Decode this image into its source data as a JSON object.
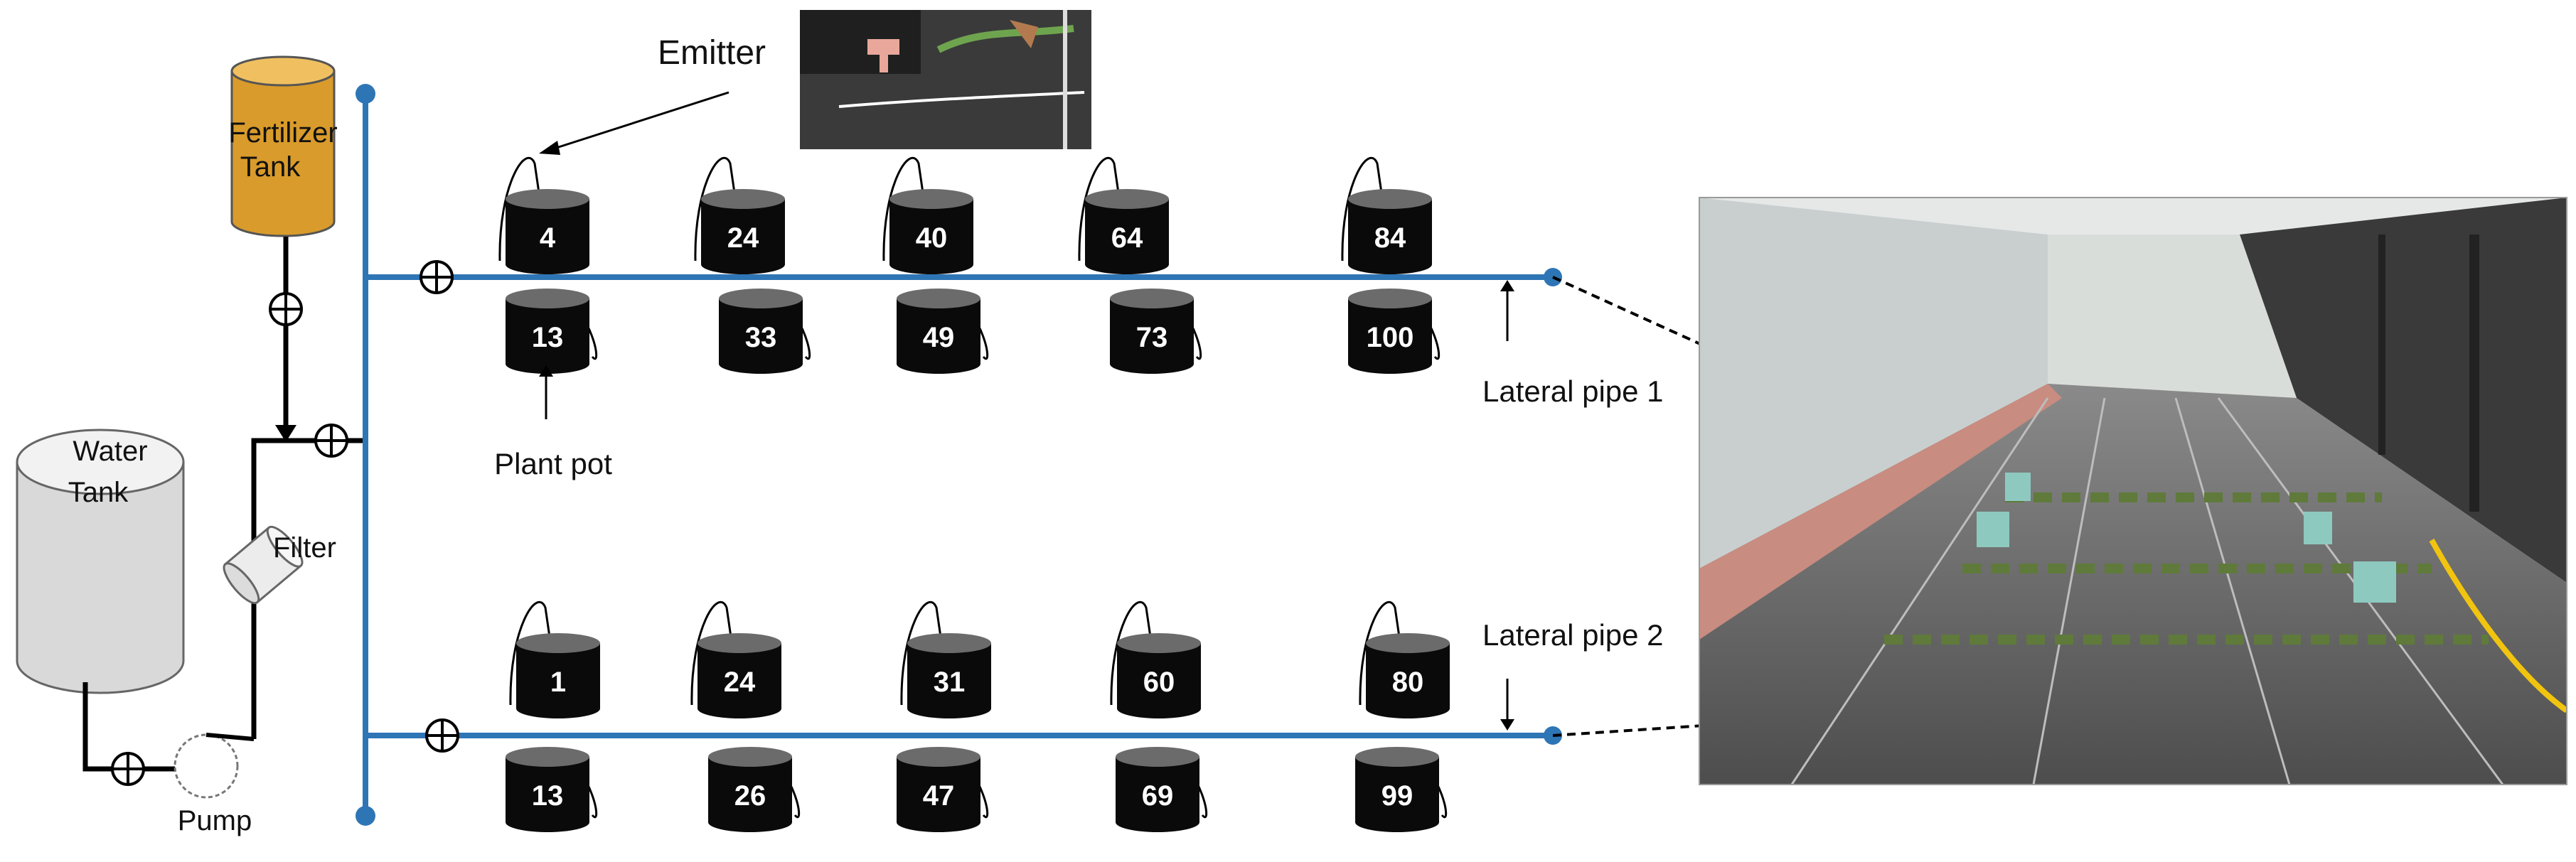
{
  "labels": {
    "fertilizer_tank_line1": "Fertilizer",
    "fertilizer_tank_line2": "Tank",
    "water_tank_line1": "Water",
    "water_tank_line2": "Tank",
    "filter": "Filter",
    "pump": "Pump",
    "emitter": "Emitter",
    "plant_pot": "Plant pot",
    "lateral_pipe_1": "Lateral pipe 1",
    "lateral_pipe_2": "Lateral pipe 2"
  },
  "lateral_1": {
    "upper_pots": [
      "4",
      "24",
      "40",
      "64",
      "84"
    ],
    "lower_pots": [
      "13",
      "33",
      "49",
      "73",
      "100"
    ]
  },
  "lateral_2": {
    "upper_pots": [
      "1",
      "24",
      "31",
      "60",
      "80"
    ],
    "lower_pots": [
      "13",
      "26",
      "47",
      "69",
      "99"
    ]
  },
  "colors": {
    "pipe": "#2e75b6",
    "fertilizer_tank": "#d99b2b",
    "water_tank": "#e6e6e6",
    "pot": "#0a0a0a",
    "pot_rim": "#6b6b6b"
  }
}
